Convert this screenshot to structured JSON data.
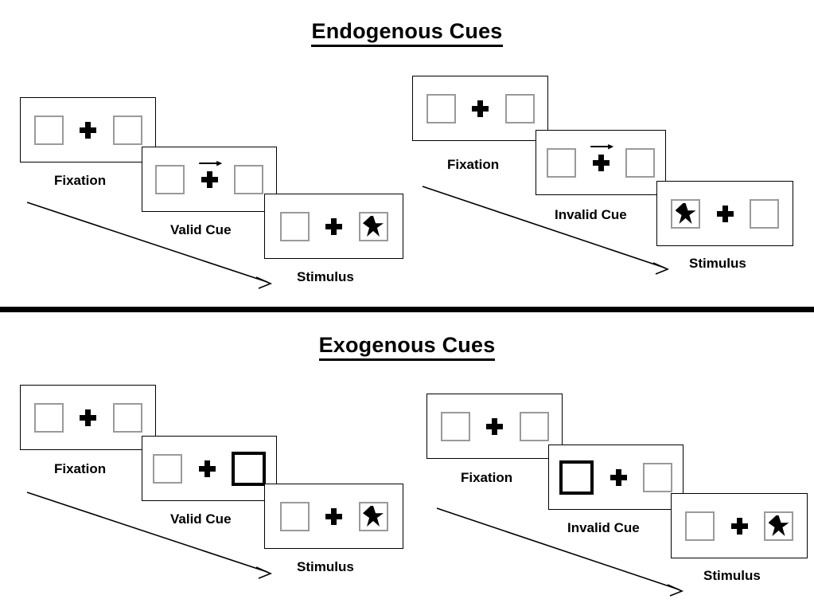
{
  "sections": [
    {
      "id": "endogenous",
      "title": "Endogenous Cues",
      "columns": [
        {
          "id": "endogenous-valid",
          "frames": [
            {
              "caption": "Fixation",
              "cue": "none",
              "left_box": "empty",
              "right_box": "empty"
            },
            {
              "caption": "Valid Cue",
              "cue": "arrow-right",
              "left_box": "empty",
              "right_box": "empty"
            },
            {
              "caption": "Stimulus",
              "cue": "none",
              "left_box": "empty",
              "right_box": "star"
            }
          ]
        },
        {
          "id": "endogenous-invalid",
          "frames": [
            {
              "caption": "Fixation",
              "cue": "none",
              "left_box": "empty",
              "right_box": "empty"
            },
            {
              "caption": "Invalid Cue",
              "cue": "arrow-right",
              "left_box": "empty",
              "right_box": "empty"
            },
            {
              "caption": "Stimulus",
              "cue": "none",
              "left_box": "star",
              "right_box": "empty"
            }
          ]
        }
      ]
    },
    {
      "id": "exogenous",
      "title": "Exogenous Cues",
      "columns": [
        {
          "id": "exogenous-valid",
          "frames": [
            {
              "caption": "Fixation",
              "cue": "none",
              "left_box": "empty",
              "right_box": "empty"
            },
            {
              "caption": "Valid Cue",
              "cue": "none",
              "left_box": "empty",
              "right_box": "highlighted"
            },
            {
              "caption": "Stimulus",
              "cue": "none",
              "left_box": "empty",
              "right_box": "star"
            }
          ]
        },
        {
          "id": "exogenous-invalid",
          "frames": [
            {
              "caption": "Fixation",
              "cue": "none",
              "left_box": "empty",
              "right_box": "empty"
            },
            {
              "caption": "Invalid Cue",
              "cue": "none",
              "left_box": "highlighted",
              "right_box": "empty"
            },
            {
              "caption": "Stimulus",
              "cue": "none",
              "left_box": "empty",
              "right_box": "star"
            }
          ]
        }
      ]
    }
  ],
  "icons": {
    "fixation_cross": "plus-cross-icon",
    "arrow_cue": "arrow-right-icon",
    "target": "star-icon",
    "timeline": "timeline-arrow-icon"
  },
  "colors": {
    "ink": "#000000",
    "box_border": "#9a9a9a",
    "cued_box_border": "#000000",
    "panel_border": "#000000",
    "background": "#ffffff"
  }
}
